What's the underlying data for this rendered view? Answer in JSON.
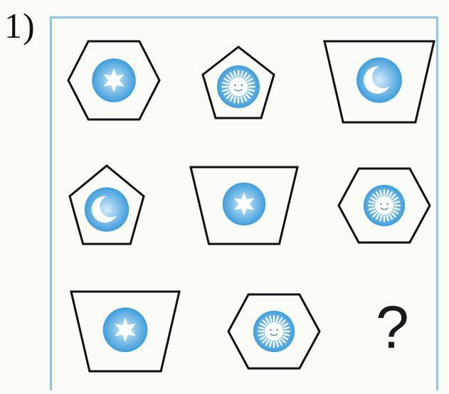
{
  "puzzle": {
    "number_label": "1)",
    "question_mark": "?"
  },
  "colors": {
    "outline": "#111111",
    "frame": "#8ec5e6",
    "disc_center": "#d8ecfa",
    "disc_edge": "#3f9ddb",
    "symbol_fill": "#ffffff"
  },
  "grid": [
    [
      {
        "shape": "hexagon",
        "symbol": "star-icon"
      },
      {
        "shape": "pentagon",
        "symbol": "sun-icon"
      },
      {
        "shape": "trapezoid",
        "symbol": "moon-icon"
      }
    ],
    [
      {
        "shape": "pentagon",
        "symbol": "moon-icon"
      },
      {
        "shape": "trapezoid",
        "symbol": "star-icon"
      },
      {
        "shape": "hexagon",
        "symbol": "sun-icon"
      }
    ],
    [
      {
        "shape": "trapezoid",
        "symbol": "star-icon"
      },
      {
        "shape": "hexagon",
        "symbol": "sun-icon"
      },
      {
        "shape": "missing",
        "symbol": "question-mark"
      }
    ]
  ]
}
